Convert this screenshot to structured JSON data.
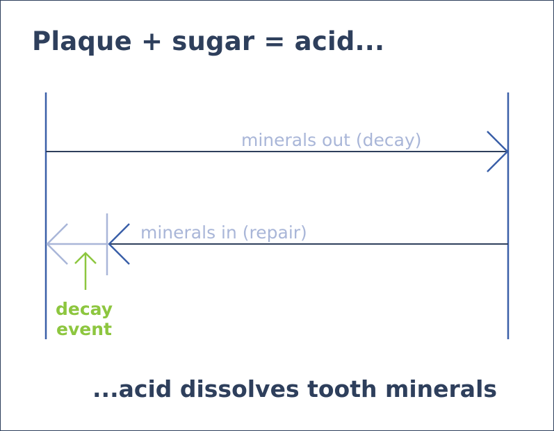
{
  "title": "Plaque + sugar = acid...",
  "footer": "...acid dissolves tooth minerals",
  "arrows": {
    "out_label": "minerals out (decay)",
    "in_label": "minerals in (repair)"
  },
  "decay_event": {
    "line1": "decay",
    "line2": "event"
  },
  "colors": {
    "dark_blue": "#2e3f5c",
    "line_blue": "#3a5fa8",
    "light_blue": "#a9b6d8",
    "green": "#8dc63f"
  }
}
